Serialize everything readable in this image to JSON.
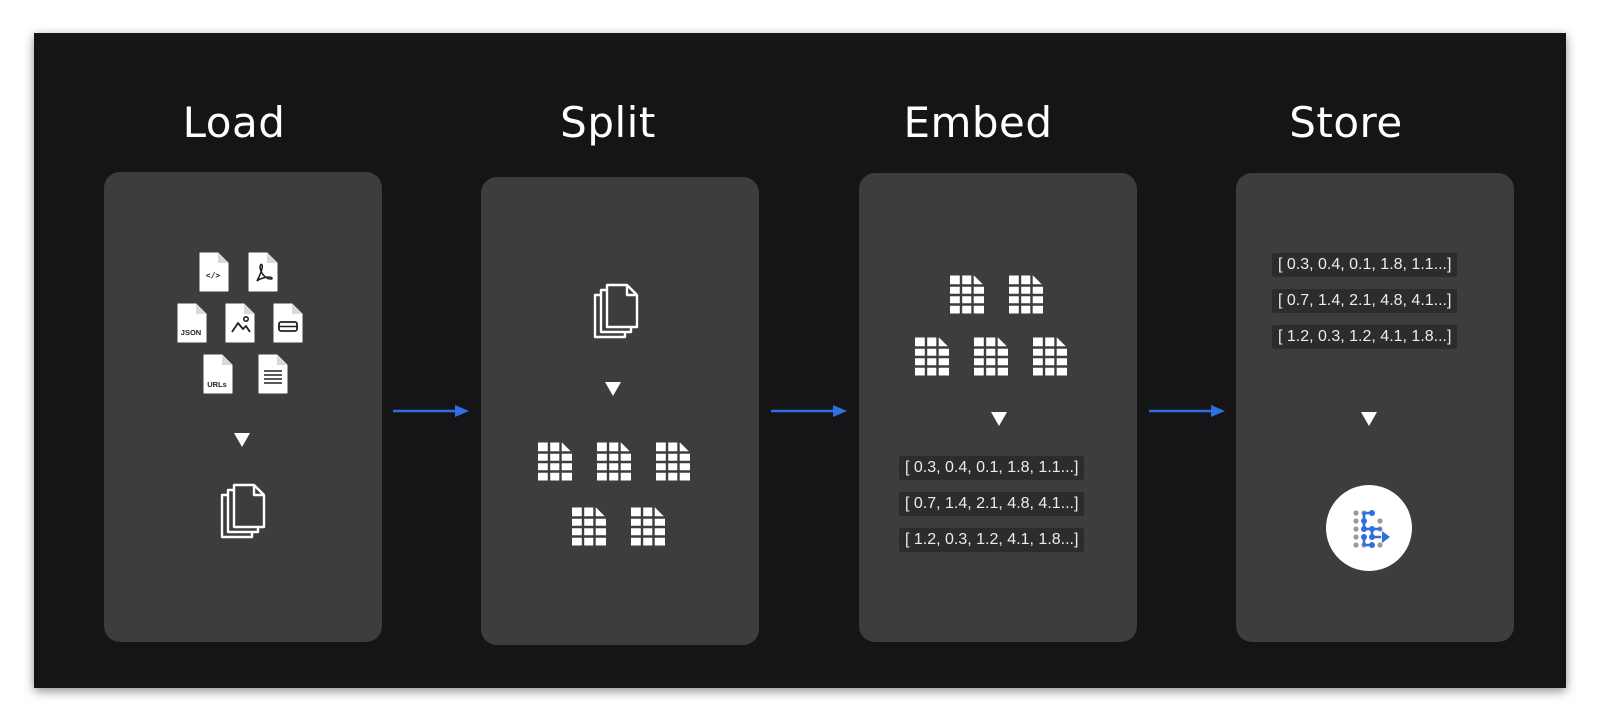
{
  "stages": [
    {
      "title": "Load"
    },
    {
      "title": "Split"
    },
    {
      "title": "Embed"
    },
    {
      "title": "Store"
    }
  ],
  "load": {
    "file_types": [
      {
        "icon": "code-file-icon",
        "label": "</>"
      },
      {
        "icon": "pdf-file-icon",
        "label": ""
      },
      {
        "icon": "json-file-icon",
        "label": "JSON"
      },
      {
        "icon": "image-file-icon",
        "label": ""
      },
      {
        "icon": "database-file-icon",
        "label": ""
      },
      {
        "icon": "urls-file-icon",
        "label": "URLs"
      },
      {
        "icon": "text-file-icon",
        "label": ""
      }
    ],
    "output_icon": "documents-stack-icon"
  },
  "split": {
    "input_icon": "documents-stack-icon",
    "chunk_icon": "grid-chunk-icon",
    "chunk_count": 5
  },
  "embed": {
    "chunk_icon": "grid-chunk-icon",
    "chunk_count": 5,
    "vectors": [
      "[ 0.3, 0.4, 0.1, 1.8, 1.1...]",
      "[ 0.7, 1.4, 2.1, 4.8, 4.1...]",
      "[ 1.2, 0.3, 1.2, 4.1, 1.8...]"
    ]
  },
  "store": {
    "vectors": [
      "[ 0.3, 0.4, 0.1, 1.8, 1.1...]",
      "[ 0.7, 1.4, 2.1, 4.8, 4.1...]",
      "[ 1.2, 0.3, 1.2, 4.1, 1.8...]"
    ],
    "output_icon": "vector-store-icon"
  },
  "colors": {
    "background": "#151417",
    "panel": "#3d3d3e",
    "arrow": "#2f6fe0",
    "text": "#ffffff",
    "vector_chip": "#2c2c2d"
  }
}
